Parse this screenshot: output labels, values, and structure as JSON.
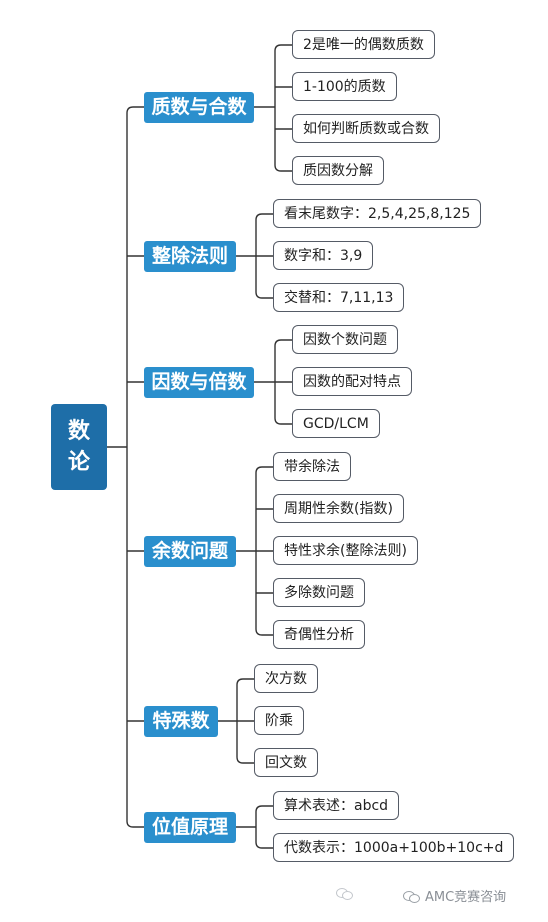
{
  "root": {
    "line1": "数",
    "line2": "论"
  },
  "branches": [
    {
      "label": "质数与合数",
      "leaves": [
        "2是唯一的偶数质数",
        "1-100的质数",
        "如何判断质数或合数",
        "质因数分解"
      ]
    },
    {
      "label": "整除法则",
      "leaves": [
        "看末尾数字：2,5,4,25,8,125",
        "数字和：3,9",
        "交替和：7,11,13"
      ]
    },
    {
      "label": "因数与倍数",
      "leaves": [
        "因数个数问题",
        "因数的配对特点",
        "GCD/LCM"
      ]
    },
    {
      "label": "余数问题",
      "leaves": [
        "带余除法",
        "周期性余数(指数)",
        "特性求余(整除法则)",
        "多除数问题",
        "奇偶性分析"
      ]
    },
    {
      "label": "特殊数",
      "leaves": [
        "次方数",
        "阶乘",
        "回文数"
      ]
    },
    {
      "label": "位值原理",
      "leaves": [
        "算术表述：abcd",
        "代数表示：1000a+100b+10c+d"
      ]
    }
  ],
  "watermark": "AMC竞赛咨询",
  "colors": {
    "root": "#1e6ea8",
    "branch": "#2a8fcd",
    "line": "#333333",
    "leaf_border": "#555b66"
  }
}
